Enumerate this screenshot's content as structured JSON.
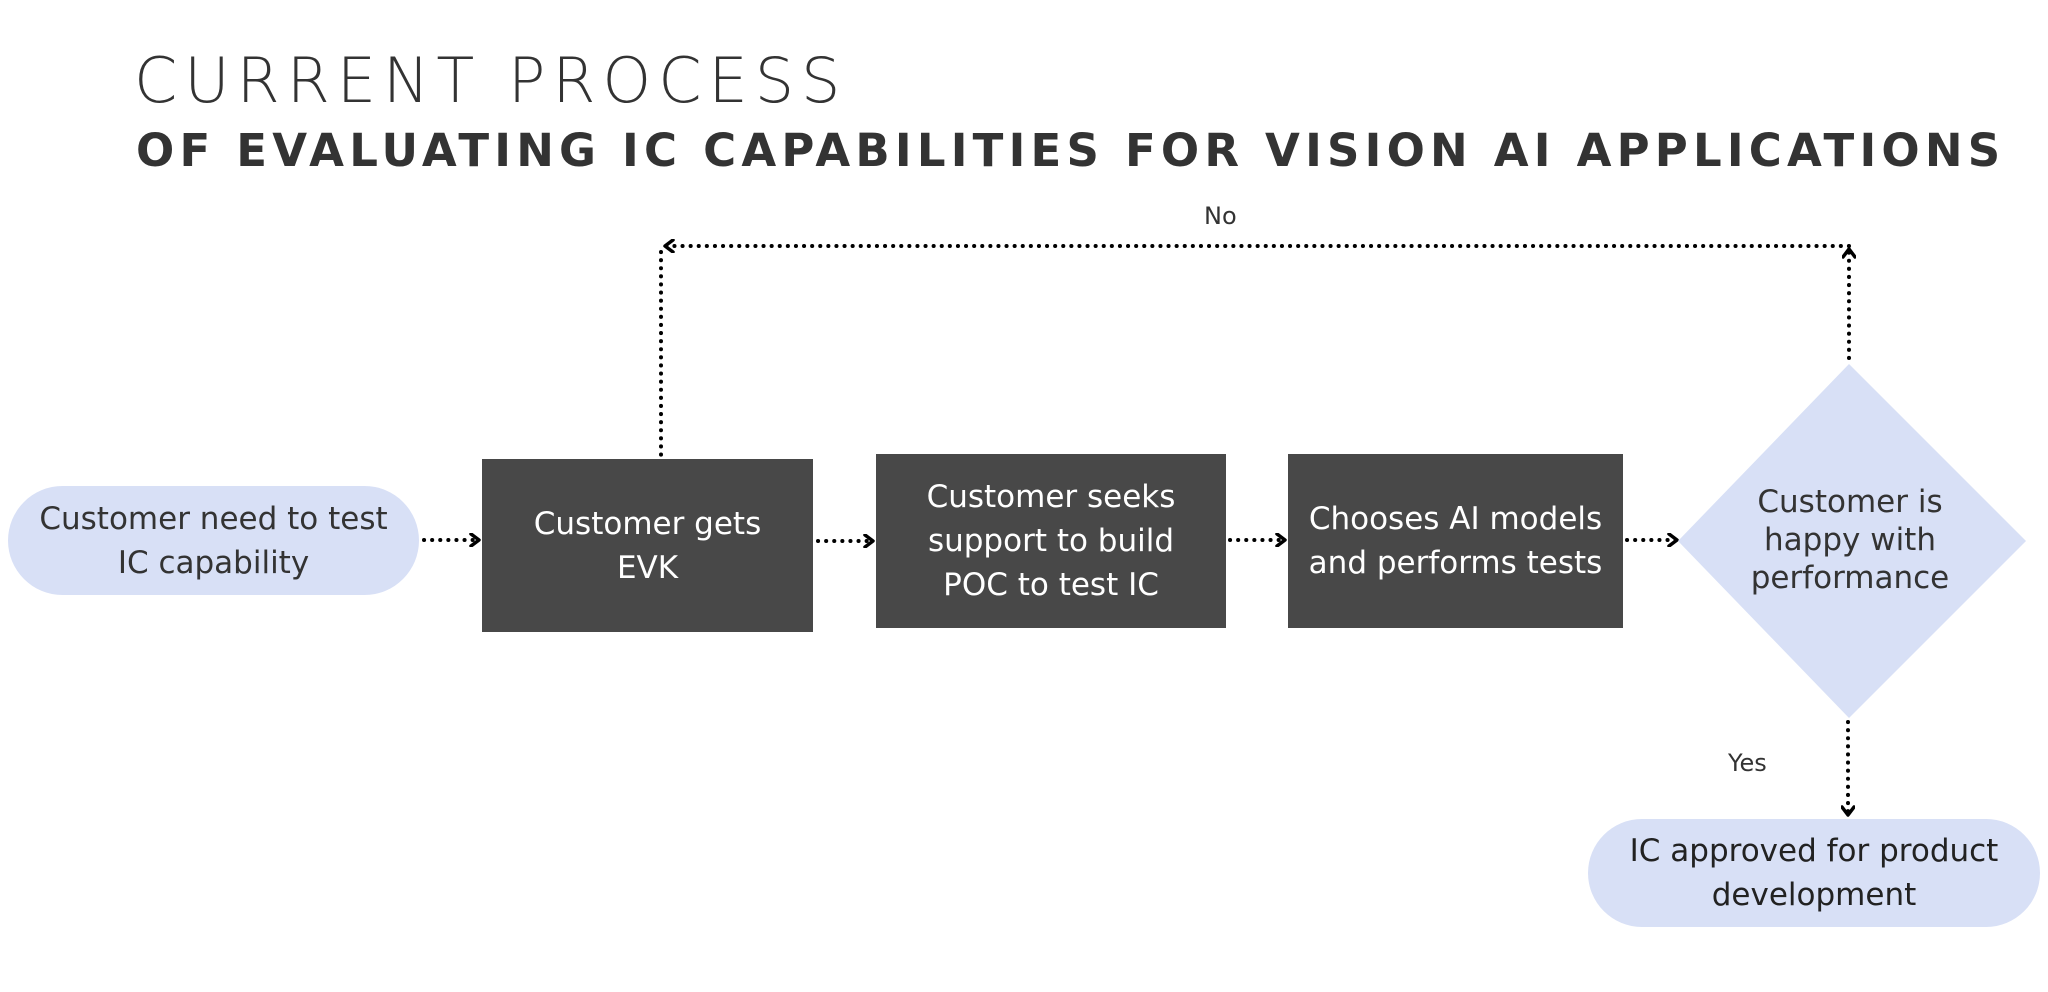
{
  "header": {
    "title": "CURRENT PROCESS",
    "subtitle": "OF EVALUATING IC CAPABILITIES FOR VISION AI APPLICATIONS"
  },
  "colors": {
    "text": "#333333",
    "pill_fill": "#d8e0f6",
    "box_fill": "#484848",
    "box_text": "#ffffff",
    "connector": "#000000"
  },
  "flow": {
    "start": {
      "type": "terminator",
      "text": "Customer need to test IC capability",
      "lines": [
        "Customer need to test",
        "IC capability"
      ]
    },
    "steps": [
      {
        "type": "process",
        "text": "Customer gets EVK",
        "lines": [
          "Customer gets",
          "EVK"
        ]
      },
      {
        "type": "process",
        "text": "Customer seeks support to build POC to test IC",
        "lines": [
          "Customer seeks",
          "support to build",
          "POC to test IC"
        ]
      },
      {
        "type": "process",
        "text": "Chooses AI models and performs tests",
        "lines": [
          "Chooses AI models",
          "and performs tests"
        ]
      }
    ],
    "decision": {
      "type": "decision",
      "text": "Customer is happy with performance",
      "lines": [
        "Customer is",
        "happy with",
        "performance"
      ]
    },
    "end": {
      "type": "terminator",
      "text": "IC approved for product development",
      "lines": [
        "IC approved for product",
        "development"
      ]
    },
    "edges": [
      {
        "from": "start",
        "to": "step-1",
        "label": ""
      },
      {
        "from": "step-1",
        "to": "step-2",
        "label": ""
      },
      {
        "from": "step-2",
        "to": "step-3",
        "label": ""
      },
      {
        "from": "step-3",
        "to": "decision",
        "label": ""
      },
      {
        "from": "decision",
        "to": "step-1",
        "label": "No"
      },
      {
        "from": "decision",
        "to": "end",
        "label": "Yes"
      }
    ],
    "labels": {
      "no": "No",
      "yes": "Yes"
    }
  }
}
